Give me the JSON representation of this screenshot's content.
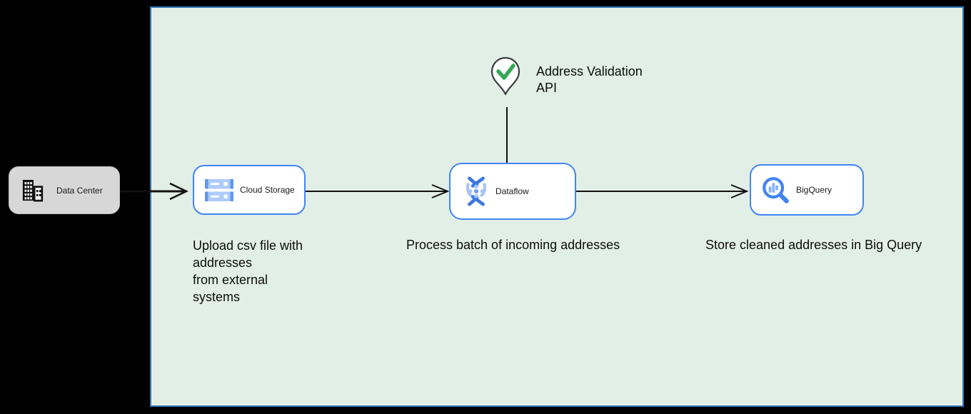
{
  "diagram": {
    "panel": {
      "bg": "#e2efe6",
      "border_color": "#3178be"
    },
    "nodes": {
      "data_center": {
        "label": "Data Center"
      },
      "cloud_storage": {
        "label": "Cloud Storage"
      },
      "dataflow": {
        "label": "Dataflow"
      },
      "bigquery": {
        "label": "BigQuery"
      },
      "address_validation_api": {
        "label": "Address Validation\nAPI"
      }
    },
    "captions": {
      "cloud_storage": "Upload csv file with\naddresses\nfrom external\nsystems",
      "dataflow": "Process batch of incoming addresses",
      "bigquery": "Store cleaned addresses in Big Query"
    },
    "colors": {
      "node_border_blue": "#4285f4",
      "icon_blue": "#4285f4",
      "icon_light_blue": "#aecbfa",
      "check_green": "#34a853",
      "data_center_bg": "#d7d7d7",
      "arrow_black": "#111111"
    }
  }
}
